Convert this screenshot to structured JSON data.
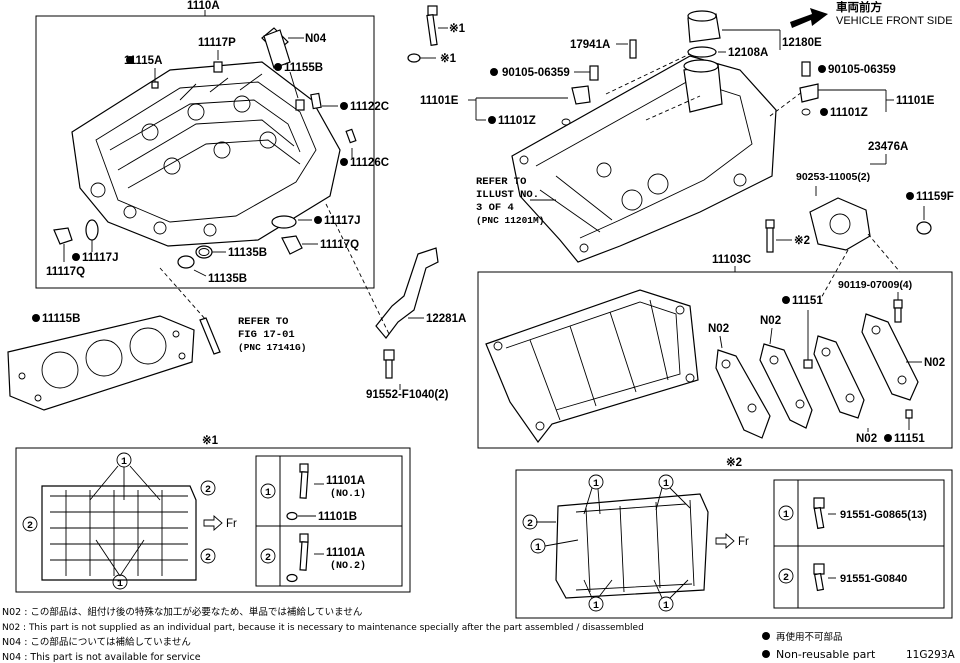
{
  "header": {
    "direction_jp": "車両前方",
    "direction_en": "VEHICLE FRONT SIDE"
  },
  "labels": {
    "p1110A": "1110A",
    "p11117P": "11117P",
    "pN04": "N04",
    "p11115A": "11115A",
    "p11155B": "11155B",
    "p11122C": "11122C",
    "p11126C": "11126C",
    "p11117J_a": "11117J",
    "p11117J_b": "11117J",
    "p11117Q_a": "11117Q",
    "p11117Q_b": "11117Q",
    "p11135B_a": "11135B",
    "p11135B_b": "11135B",
    "p11115B": "11115B",
    "p12281A": "12281A",
    "p91552": "91552-F1040(2)",
    "p17941A": "17941A",
    "p12108A": "12108A",
    "p12180E": "12180E",
    "p90105_a": "90105-06359",
    "p90105_b": "90105-06359",
    "p11101E_a": "11101E",
    "p11101E_b": "11101E",
    "p11101Z_a": "11101Z",
    "p11101Z_b": "11101Z",
    "p23476A": "23476A",
    "p90253": "90253-11005(2)",
    "p11159F": "11159F",
    "p11103C": "11103C",
    "p90119": "90119-07009(4)",
    "p11151_a": "11151",
    "p11151_b": "11151",
    "pN02_a": "N02",
    "pN02_b": "N02",
    "pN02_c": "N02",
    "pN02_d": "N02",
    "mark1": "※1",
    "mark1b": "※1",
    "mark2": "※2"
  },
  "refs": {
    "illust": [
      "REFER TO",
      "ILLUST NO.",
      "3 OF 4",
      "(PNC 11201M)"
    ],
    "fig": [
      "REFER TO",
      "FIG 17-01",
      "(PNC 17141G)"
    ]
  },
  "inset1": {
    "title": "※1",
    "fr": "Fr",
    "callouts": [
      "1",
      "2"
    ],
    "rows": [
      {
        "num": "1",
        "parts": [
          "11101A",
          "(NO.1)",
          "11101B"
        ]
      },
      {
        "num": "2",
        "parts": [
          "11101A",
          "(NO.2)"
        ]
      }
    ]
  },
  "inset2": {
    "title": "※2",
    "fr": "Fr",
    "callouts": [
      "1",
      "2"
    ],
    "rows": [
      {
        "num": "1",
        "part": "91551-G0865(13)"
      },
      {
        "num": "2",
        "part": "91551-G0840"
      }
    ]
  },
  "notes": [
    "N02 : この部品は、組付け後の特殊な加工が必要なため、単品では補給していません",
    "N02 : This part is not supplied as an individual part, because it is necessary to maintenance specially after the part assembled / disassembled",
    "N04 : この部品については補給していません",
    "N04 : This part is not available for service"
  ],
  "legend": {
    "jp": "再使用不可部品",
    "en": "Non-reusable part"
  },
  "diagram_id": "11G293A"
}
